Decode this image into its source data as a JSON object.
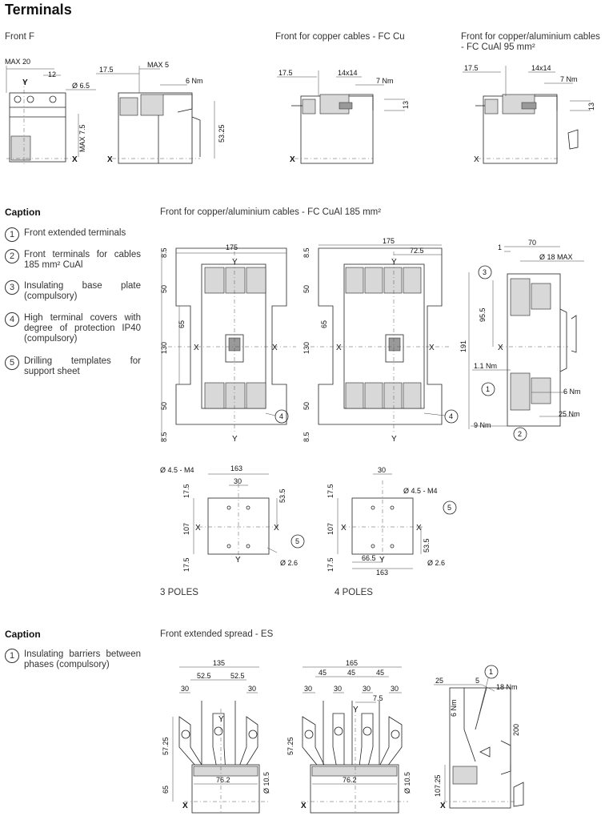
{
  "page_title": "Terminals",
  "top_row": {
    "front_f": "Front F",
    "fc_cu": "Front for copper cables - FC Cu",
    "fc_cual_95_line1": "Front for copper/aluminium cables",
    "fc_cual_95_line2": "- FC CuAl 95 mm²",
    "dims": {
      "max20": "MAX 20",
      "d12": "12",
      "y": "Y",
      "hole": "Ø 6.5",
      "max75": "MAX 7.5",
      "x": "X",
      "d175": "17.5",
      "max5": "MAX 5",
      "nm6": "6 Nm",
      "d5325": "53.25",
      "cu_175": "17.5",
      "cu_14x14": "14x14",
      "cu_nm7": "7 Nm",
      "cu_13": "13",
      "al_175": "17.5",
      "al_14x14": "14x14",
      "al_nm7": "7 Nm",
      "al_13": "13"
    }
  },
  "caption1": {
    "heading": "Caption",
    "items": [
      {
        "num": "1",
        "text": "Front extended terminals"
      },
      {
        "num": "2",
        "text": "Front terminals for cables 185 mm² CuAl"
      },
      {
        "num": "3",
        "text": "Insulating base plate (compulsory)"
      },
      {
        "num": "4",
        "text": "High terminal covers with degree of protection IP40 (compulsory)"
      },
      {
        "num": "5",
        "text": "Drilling templates for support sheet"
      }
    ]
  },
  "middle": {
    "title": "Front for copper/aluminium cables - FC CuAl 185 mm²",
    "dims": {
      "d85": "8.5",
      "d50": "50",
      "d65": "65",
      "d130": "130",
      "d175": "175",
      "d725": "72.5",
      "x": "X",
      "y": "Y",
      "c4": "4",
      "d70": "70",
      "d1": "1",
      "max18": "Ø 18 MAX",
      "c3": "3",
      "d955": "95.5",
      "d191": "191",
      "nm11": "1.1 Nm",
      "nm6": "6 Nm",
      "nm25": "25 Nm",
      "nm9": "9 Nm",
      "c1": "1",
      "c2": "2"
    }
  },
  "drilling": {
    "p3": {
      "hole": "Ø 4.5   - M4",
      "d163": "163",
      "d30": "30",
      "d175": "17.5",
      "d535": "53.5",
      "d107": "107",
      "c5": "5",
      "d26": "Ø 2.6",
      "x": "X",
      "y": "Y"
    },
    "p4": {
      "d30": "30",
      "hole": "Ø 4.5   - M4",
      "d175": "17.5",
      "c5": "5",
      "d107": "107",
      "d535": "53.5",
      "d665": "66.5",
      "d26": "Ø 2.6",
      "d163": "163",
      "x": "X",
      "y": "Y"
    },
    "label_3": "3 POLES",
    "label_4": "4 POLES"
  },
  "caption2": {
    "heading": "Caption",
    "items": [
      {
        "num": "1",
        "text": "Insulating barriers between phases (compulsory)"
      }
    ]
  },
  "bottom": {
    "title": "Front extended spread - ES",
    "dims": {
      "d135": "135",
      "d525a": "52.5",
      "d525b": "52.5",
      "d30": "30",
      "d5725": "57.25",
      "d65": "65",
      "d762": "76.2",
      "d105": "Ø 10.5",
      "d165": "165",
      "d45": "45",
      "d75": "7.5",
      "d25": "25",
      "d5": "5",
      "nm18": "18 Nm",
      "nm6": "6 Nm",
      "d200": "200",
      "d10725": "107.25",
      "c1": "1",
      "x": "X",
      "y": "Y"
    }
  }
}
